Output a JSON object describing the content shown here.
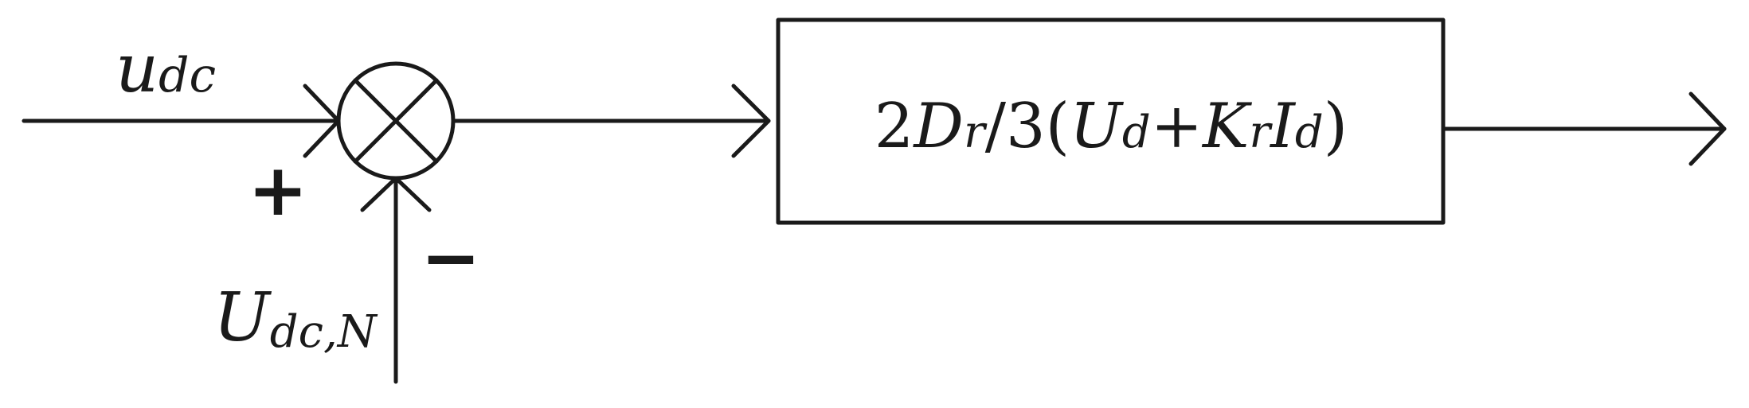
{
  "inputs": {
    "u_dc": {
      "main": "u",
      "sub": "dc"
    },
    "U_dcN": {
      "main": "U",
      "sub": "dc,N"
    }
  },
  "signs": {
    "plus": "+",
    "minus": "−"
  },
  "block": {
    "coef": "2",
    "D": "D",
    "D_sub": "r",
    "frac": "/3(",
    "U": "U",
    "U_sub": "d",
    "plus": "+",
    "K": "K",
    "K_sub": "r",
    "I": "I",
    "I_sub": "d",
    "close": ")"
  },
  "colors": {
    "stroke": "#1a1a1a",
    "background": "#ffffff"
  },
  "icons": {
    "junction": "summing-junction-icon",
    "arrow": "arrowhead-icon"
  }
}
